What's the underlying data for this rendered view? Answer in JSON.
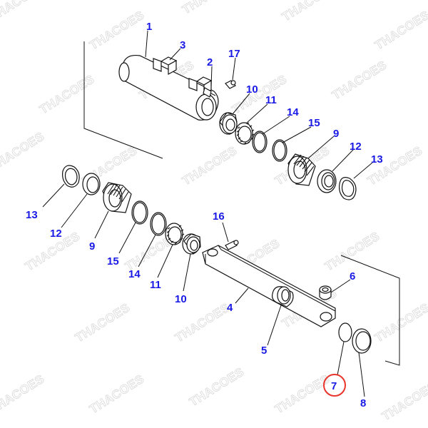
{
  "diagram": {
    "watermark": "THACOES",
    "highlight_color": "#e8342b",
    "label_color": "#1a1ae6",
    "highlighted_part": "7",
    "part_labels": [
      "1",
      "3",
      "2",
      "17",
      "10",
      "11",
      "14",
      "15",
      "9",
      "12",
      "13",
      "13",
      "12",
      "9",
      "15",
      "14",
      "11",
      "10",
      "16",
      "6",
      "4",
      "5",
      "7",
      "8"
    ]
  }
}
